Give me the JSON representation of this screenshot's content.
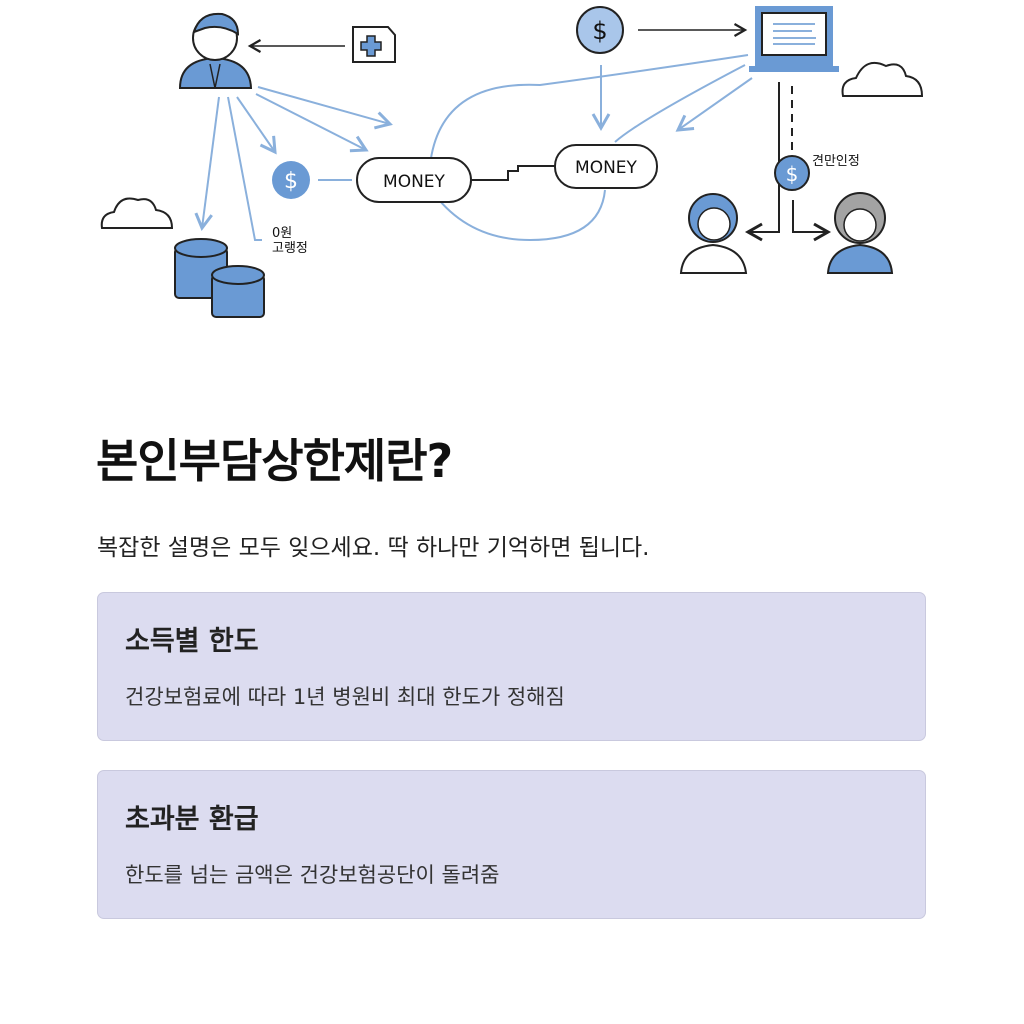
{
  "illustration": {
    "money_label_left": "MONEY",
    "money_label_right": "MONEY",
    "coin_label_line1": "0원",
    "coin_label_line2": "고랭정",
    "approval_label": "견만인정",
    "dollar_symbol": "$",
    "accent_color": "#5b8fd0",
    "line_color": "#8ab0dc"
  },
  "main": {
    "title": "본인부담상한제란?",
    "subtitle": "복잡한 설명은 모두 잊으세요. 딱 하나만 기억하면 됩니다.",
    "cards": [
      {
        "title": "소득별 한도",
        "description": "건강보험료에 따라 1년 병원비 최대 한도가 정해짐"
      },
      {
        "title": "초과분 환급",
        "description": "한도를 넘는 금액은 건강보험공단이 돌려줌"
      }
    ]
  }
}
